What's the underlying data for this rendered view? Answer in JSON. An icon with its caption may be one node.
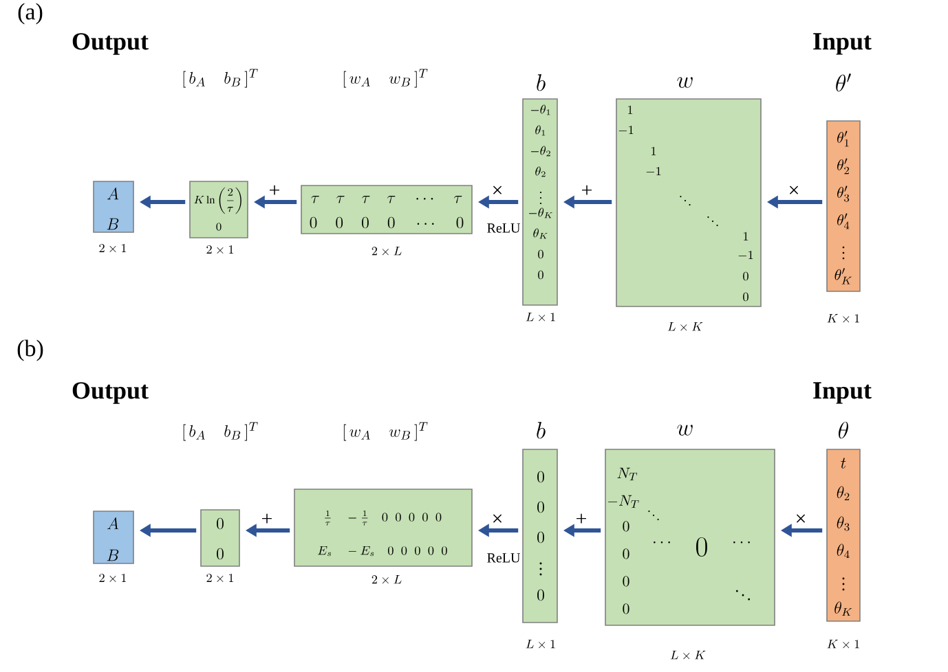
{
  "diagram": {
    "nodes": [
      {
        "text": [
          "A",
          "B"
        ],
        "beside": [
          "2\\times 1"
        ]
      },
      {
        "text": [
          "K\\ln\\left(\\dfrac{2}{\\tau}\\right)",
          "0"
        ],
        "beside": [
          "2\\times 1"
        ]
      },
      {
        "text": [
          "\\tau\\quad\\tau\\quad\\tau\\quad\\tau\\quad\\cdots\\quad\\tau",
          "0\\quad 0\\quad 0\\quad 0\\quad \\cdots\\quad 0"
        ],
        "beside": [
          "2\\times L"
        ]
      },
      {
        "text": [
          "b",
          "-\\theta_1",
          "\\theta_1",
          "-\\theta_2",
          "\\theta_2",
          "\\vdots",
          "-\\theta_K",
          "\\theta_K",
          "0",
          "0"
        ],
        "beside": [
          "L\\times 1"
        ]
      },
      {
        "text": [
          "w",
          "1",
          "-1",
          "1",
          "-1",
          "\\ddots",
          "\\ddots",
          "1",
          "-1",
          "0",
          "0"
        ],
        "beside": [
          "L\\times K"
        ]
      },
      {
        "text": [
          "\\theta'",
          "\\theta'_1",
          "\\theta'_2",
          "\\theta'_3",
          "\\theta'_4",
          "\\vdots",
          "\\theta'_K"
        ],
        "beside": [
          "K\\times 1"
        ]
      },
      {
        "text": [
          "A",
          "B"
        ],
        "beside": [
          "2\\times 1"
        ]
      },
      {
        "text": [
          "0",
          "0"
        ],
        "beside": [
          "2\\times 1"
        ]
      },
      {
        "text": [
          "\\frac{1}{\\tau}\\quad -\\frac{1}{\\tau}\\quad 0\\;\\; 0\\;\\; 0\\;\\; 0\\;\\; 0",
          "E_s\\quad -E_s\\quad 0\\;\\; 0\\;\\; 0\\;\\; 0\\;\\; 0"
        ],
        "beside": [
          "2\\times L"
        ]
      },
      {
        "text": [
          "b",
          "0",
          "0",
          "0",
          "\\vdots",
          "0"
        ],
        "beside": [
          "L\\times 1"
        ]
      },
      {
        "text": [
          "w",
          "N_T",
          "-N_T",
          "\\ddots",
          "0",
          "0",
          "0",
          "0",
          "\\cdots",
          "0",
          "\\cdots",
          "\\ddots"
        ],
        "beside": [
          "L\\times K"
        ]
      },
      {
        "text": [
          "\\theta",
          "t",
          "\\theta_2",
          "\\theta_3",
          "\\theta_4",
          "\\vdots",
          "\\theta_K"
        ],
        "beside": [
          "K\\times 1"
        ]
      }
    ],
    "edges": [
      {
        "from": 5,
        "to": 4,
        "arrow": "to",
        "label": "×"
      },
      {
        "from": 4,
        "to": 3,
        "arrow": "to",
        "label": "+"
      },
      {
        "from": 3,
        "to": 2,
        "arrow": "to",
        "label": "×"
      },
      {
        "from": 2,
        "to": 1,
        "arrow": "to",
        "label": "+"
      },
      {
        "from": 1,
        "to": 0,
        "arrow": "to"
      },
      {
        "from": 11,
        "to": 10,
        "arrow": "to",
        "label": "×"
      },
      {
        "from": 10,
        "to": 9,
        "arrow": "to",
        "label": "+"
      },
      {
        "from": 9,
        "to": 8,
        "arrow": "to",
        "label": "×"
      },
      {
        "from": 8,
        "to": 7,
        "arrow": "to",
        "label": "+"
      },
      {
        "from": 7,
        "to": 6,
        "arrow": "to"
      }
    ],
    "labels": [
      "(a)",
      "Output",
      "[\\,b_A\\quad b_B\\,]^T",
      "[\\,w_A\\quad w_B\\,]^T",
      "Input",
      "ReLU",
      "(b)",
      "Output",
      "[\\,b_A\\quad b_B\\,]^T",
      "[\\,w_A\\quad w_B\\,]^T",
      "Input",
      "ReLU"
    ]
  }
}
